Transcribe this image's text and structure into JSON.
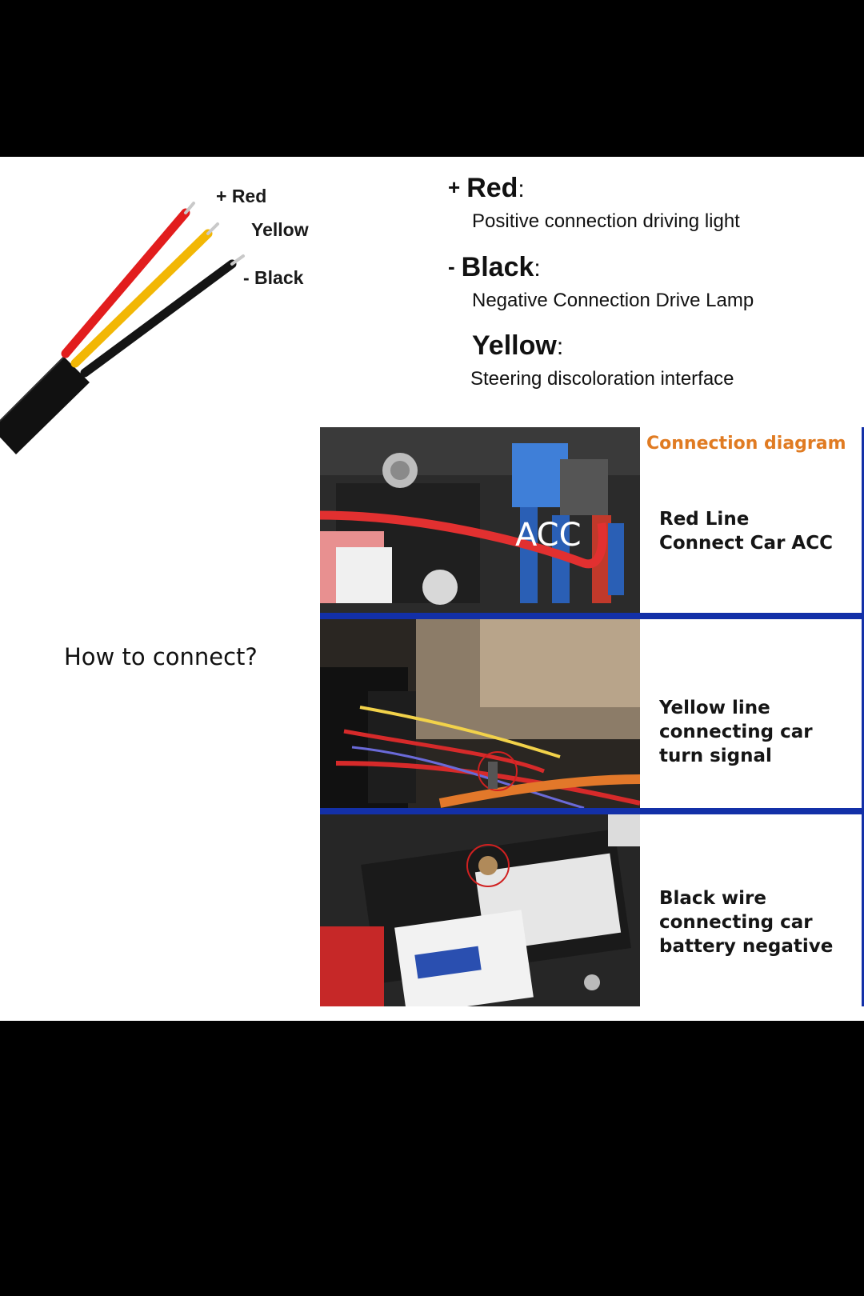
{
  "wire_labels": {
    "red": "+ Red",
    "yellow": "Yellow",
    "black": "- Black"
  },
  "legend": [
    {
      "sign": "+",
      "name": "Red",
      "colon": ":",
      "desc": "Positive connection driving light"
    },
    {
      "sign": "-",
      "name": "Black",
      "colon": ":",
      "desc": "Negative Connection Drive Lamp"
    },
    {
      "sign": "",
      "name": "Yellow",
      "colon": ":",
      "desc": "Steering discoloration interface"
    }
  ],
  "how_to_connect": "How to connect?",
  "diagram": {
    "title": "Connection diagram",
    "acc_label": "ACC",
    "rows": [
      {
        "lines": [
          "Red Line",
          "Connect Car ACC"
        ]
      },
      {
        "lines": [
          "Yellow line",
          "connecting car",
          "turn signal"
        ]
      },
      {
        "lines": [
          "Black wire",
          "connecting car",
          "battery negative"
        ]
      }
    ],
    "divider_color": "#1330a8",
    "title_color": "#e07b22"
  },
  "colors": {
    "wire_red": "#e21d1d",
    "wire_yellow": "#f2b705",
    "wire_black": "#141414",
    "background_outer": "#000000",
    "panel": "#ffffff"
  }
}
